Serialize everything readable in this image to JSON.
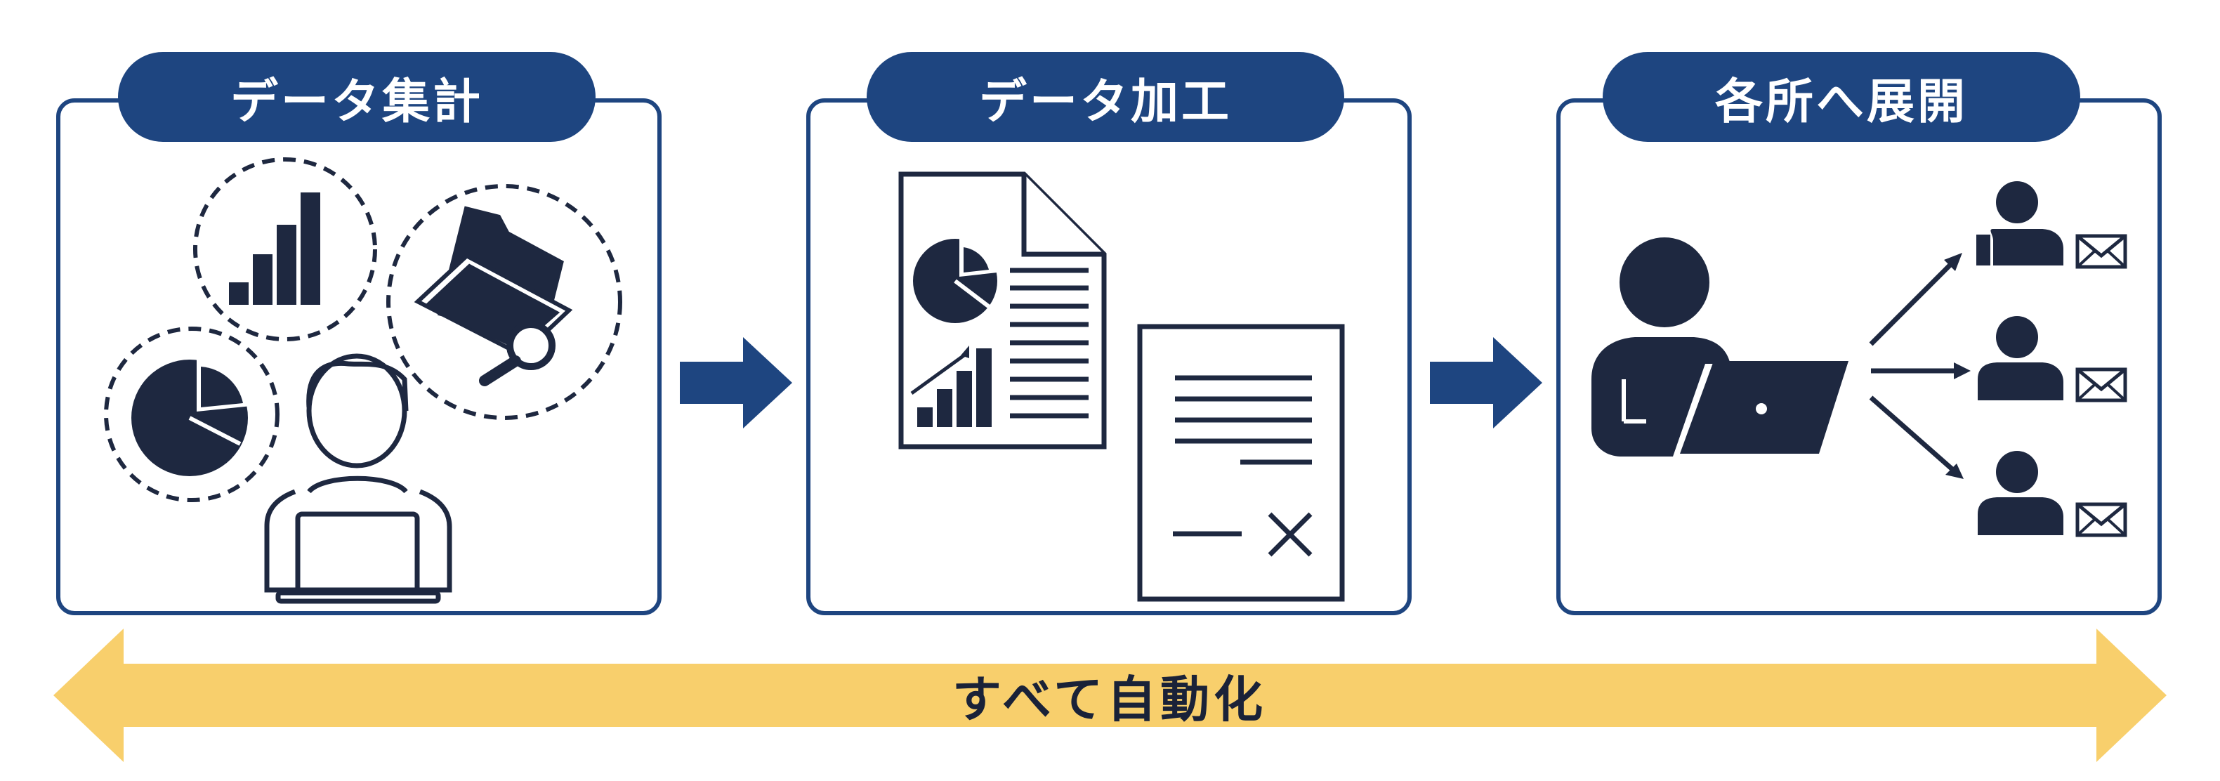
{
  "steps": [
    {
      "title": "データ集計"
    },
    {
      "title": "データ加工"
    },
    {
      "title": "各所へ展開"
    }
  ],
  "banner": {
    "label": "すべて自動化"
  },
  "colors": {
    "navy": "#1e4580",
    "icon_dark": "#1e2840",
    "banner_yellow": "#f8cf6c",
    "white": "#ffffff"
  },
  "icons": {
    "aggregate": [
      "bar-chart-icon",
      "pie-chart-icon",
      "folder-search-icon",
      "person-laptop-icon"
    ],
    "process": [
      "report-document-icon",
      "signature-document-icon"
    ],
    "distribute": [
      "person-laptop-icon",
      "arrow-icon",
      "person-mail-icon"
    ]
  }
}
